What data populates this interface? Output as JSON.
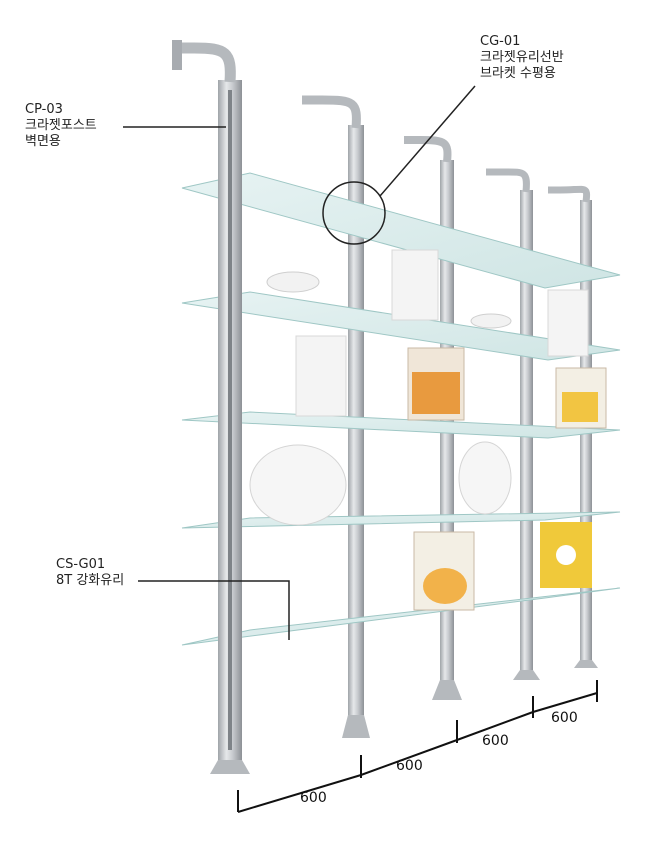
{
  "callouts": {
    "post": {
      "code": "CP-03",
      "line1": "크라젯포스트",
      "line2": "벽면용"
    },
    "bracket": {
      "code": "CG-01",
      "line1": "크라젯유리선반",
      "line2": "브라켓 수평용"
    },
    "glass": {
      "code": "CS-G01",
      "line1": "8T 강화유리"
    }
  },
  "dimensions": [
    "600",
    "600",
    "600",
    "600"
  ],
  "colors": {
    "glass": "#d8ecec",
    "post": "#c3c6c9",
    "line": "#222222"
  }
}
